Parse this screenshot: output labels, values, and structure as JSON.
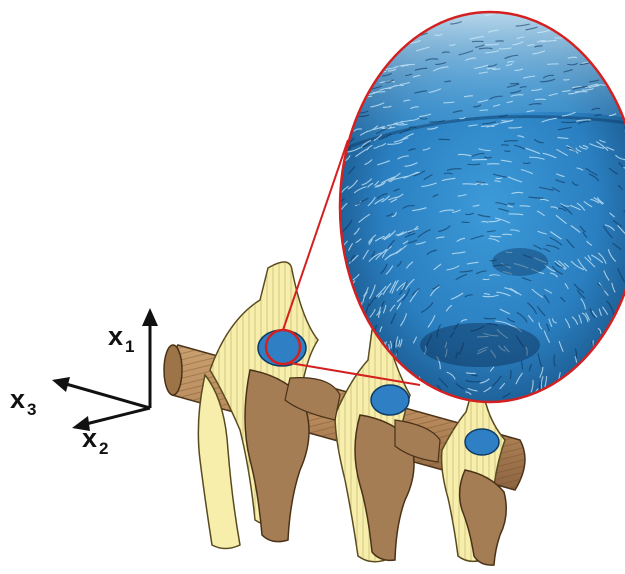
{
  "axes": {
    "x1": {
      "letter": "x",
      "subscript": "1"
    },
    "x2": {
      "letter": "x",
      "subscript": "2"
    },
    "x3": {
      "letter": "x",
      "subscript": "3"
    }
  },
  "colors": {
    "rod": "#b88a5c",
    "rod_dark": "#7a5632",
    "fiber_yellow": "#f6eeaa",
    "fiber_outline": "#6b5a2a",
    "fiber_brown": "#a57d55",
    "node_blue": "#2f7fc4",
    "zoom_blue": "#2a86c8",
    "zoom_dark": "#10416e",
    "zoom_outline": "#d42020",
    "axis": "#111111"
  },
  "icons": {
    "axes": "coordinate-axes-icon",
    "magnifier": "zoom-circle-icon"
  }
}
